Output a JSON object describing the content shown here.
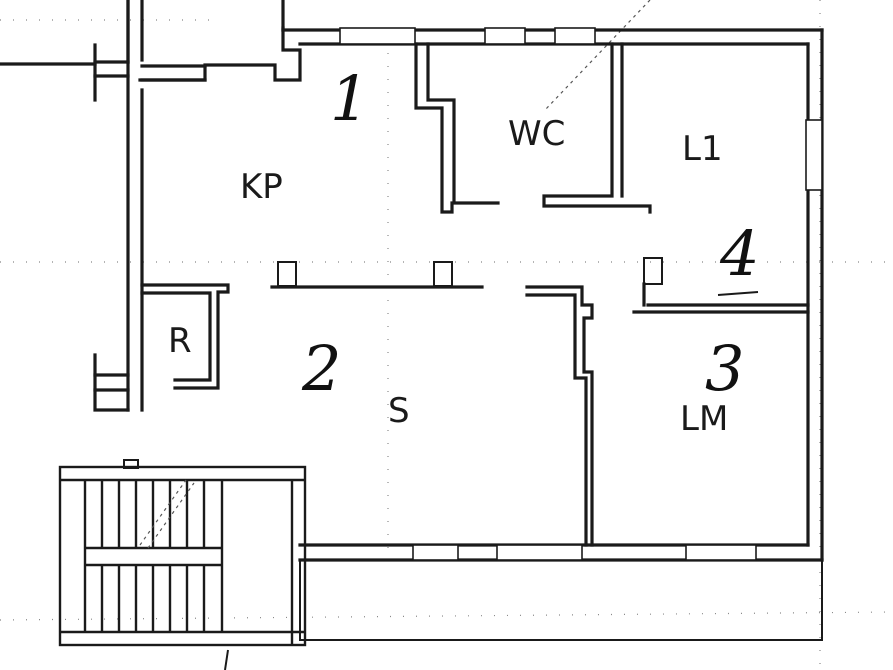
{
  "rooms": {
    "kp": "KP",
    "wc": "WC",
    "l1": "L1",
    "r": "R",
    "s": "S",
    "lm": "LM"
  },
  "annotations": {
    "n1": "1",
    "n2": "2",
    "n3": "3",
    "n4": "4"
  }
}
